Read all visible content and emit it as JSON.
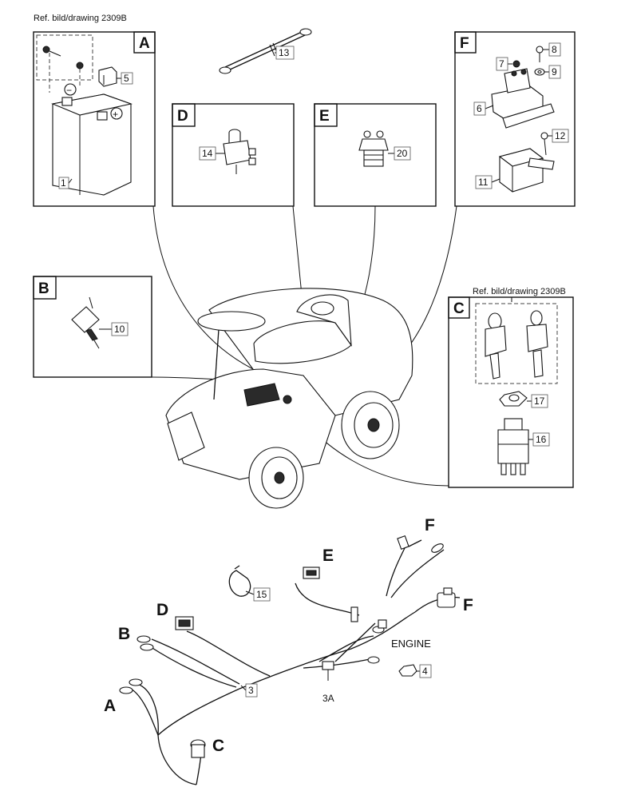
{
  "reference_note_top": "Ref. bild/drawing 2309B",
  "reference_note_c": "Ref. bild/drawing 2309B",
  "panels": {
    "a": "A",
    "b": "B",
    "c": "C",
    "d": "D",
    "e": "E",
    "f": "F"
  },
  "part_numbers": {
    "p1": "1",
    "p3": "3",
    "p3a": "3A",
    "p4": "4",
    "p5": "5",
    "p6": "6",
    "p7": "7",
    "p8": "8",
    "p9": "9",
    "p10": "10",
    "p11": "11",
    "p12": "12",
    "p13": "13",
    "p14": "14",
    "p15": "15",
    "p16": "16",
    "p17": "17",
    "p20": "20"
  },
  "battery_symbols": {
    "plus": "+",
    "minus": "−"
  },
  "harness_labels": {
    "a": "A",
    "b": "B",
    "c": "C",
    "d": "D",
    "e": "E",
    "f_top": "F",
    "f_side": "F",
    "engine": "ENGINE"
  }
}
